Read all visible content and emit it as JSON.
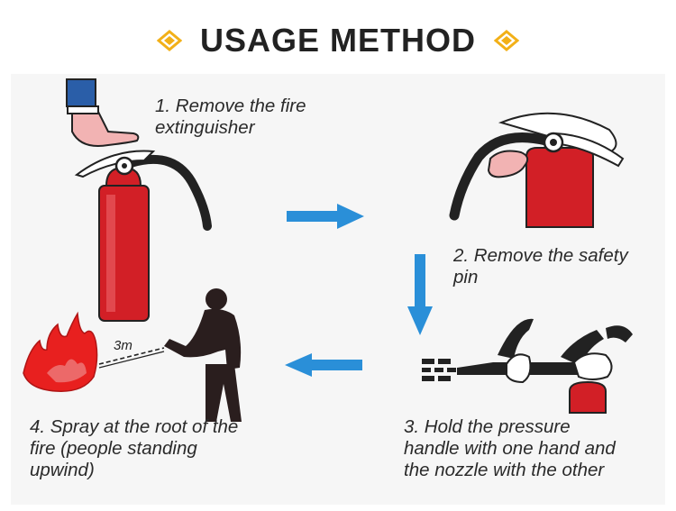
{
  "title": "USAGE METHOD",
  "colors": {
    "accent": "#f2b018",
    "extinguisher_red": "#d21f26",
    "arrow_blue": "#2a8fd8",
    "fire_red": "#e8201f",
    "sleeve_blue": "#2a5ea8",
    "skin": "#f2b3b3"
  },
  "steps": [
    {
      "lines": [
        "1. Remove the fire",
        "extinguisher"
      ]
    },
    {
      "lines": [
        "2. Remove the safety",
        "pin"
      ]
    },
    {
      "lines": [
        "3. Hold the pressure",
        "handle with one hand and",
        "the nozzle with the other"
      ]
    },
    {
      "lines": [
        "4. Spray at the root of the",
        "fire (people standing",
        "upwind)"
      ]
    }
  ],
  "distance_label": "3m",
  "icons": [
    "diamond-icon",
    "arrow-right-icon",
    "arrow-down-icon",
    "arrow-left-icon"
  ]
}
